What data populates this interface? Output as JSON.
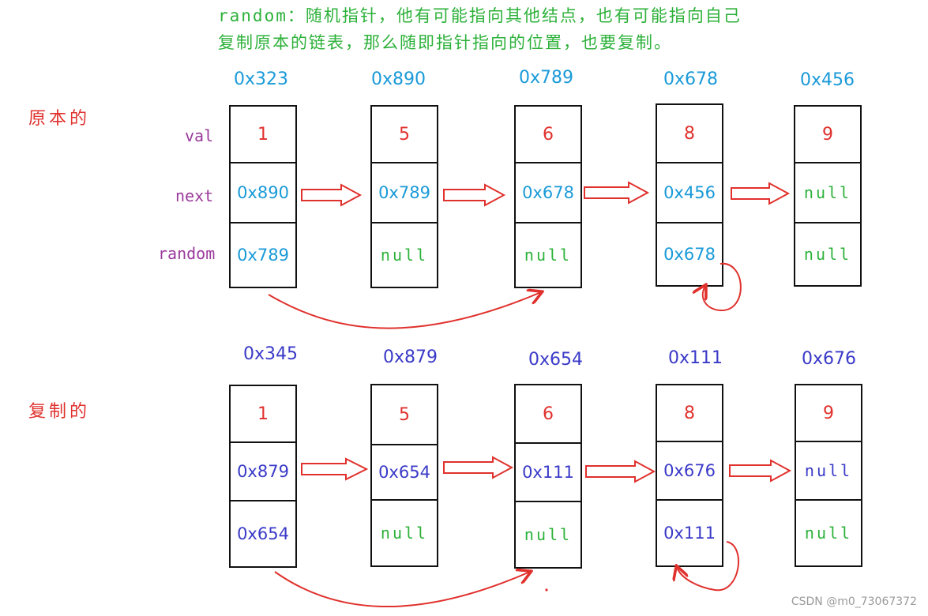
{
  "note": {
    "line1": "random：随机指针，他有可能指向其他结点，也有可能指向自己",
    "line2": "复制原本的链表，那么随即指针指向的位置，也要复制。"
  },
  "original": {
    "title": "原本的",
    "labels": {
      "val": "val",
      "next": "next",
      "random": "random"
    },
    "nodes": [
      {
        "addr": "0x323",
        "val": "1",
        "next": "0x890",
        "random": "0x789"
      },
      {
        "addr": "0x890",
        "val": "5",
        "next": "0x789",
        "random": "null"
      },
      {
        "addr": "0x789",
        "val": "6",
        "next": "0x678",
        "random": "null"
      },
      {
        "addr": "0x678",
        "val": "8",
        "next": "0x456",
        "random": "0x678"
      },
      {
        "addr": "0x456",
        "val": "9",
        "next": "null",
        "random": "null"
      }
    ]
  },
  "copy": {
    "title": "复制的",
    "nodes": [
      {
        "addr": "0x345",
        "val": "1",
        "next": "0x879",
        "random": "0x654"
      },
      {
        "addr": "0x879",
        "val": "5",
        "next": "0x654",
        "random": "null"
      },
      {
        "addr": "0x654",
        "val": "6",
        "next": "0x111",
        "random": "null"
      },
      {
        "addr": "0x111",
        "val": "8",
        "next": "0x676",
        "random": "0x111"
      },
      {
        "addr": "0x676",
        "val": "9",
        "next": "null",
        "random": "null"
      }
    ]
  },
  "colors": {
    "note": "#2db13a",
    "title": "#e0312d",
    "label": "#9b3a9b",
    "original_pointer": "#1a9ad8",
    "copy_pointer": "#3a3ac8",
    "arrow": "#e0312d"
  },
  "watermark": "CSDN @m0_73067372"
}
